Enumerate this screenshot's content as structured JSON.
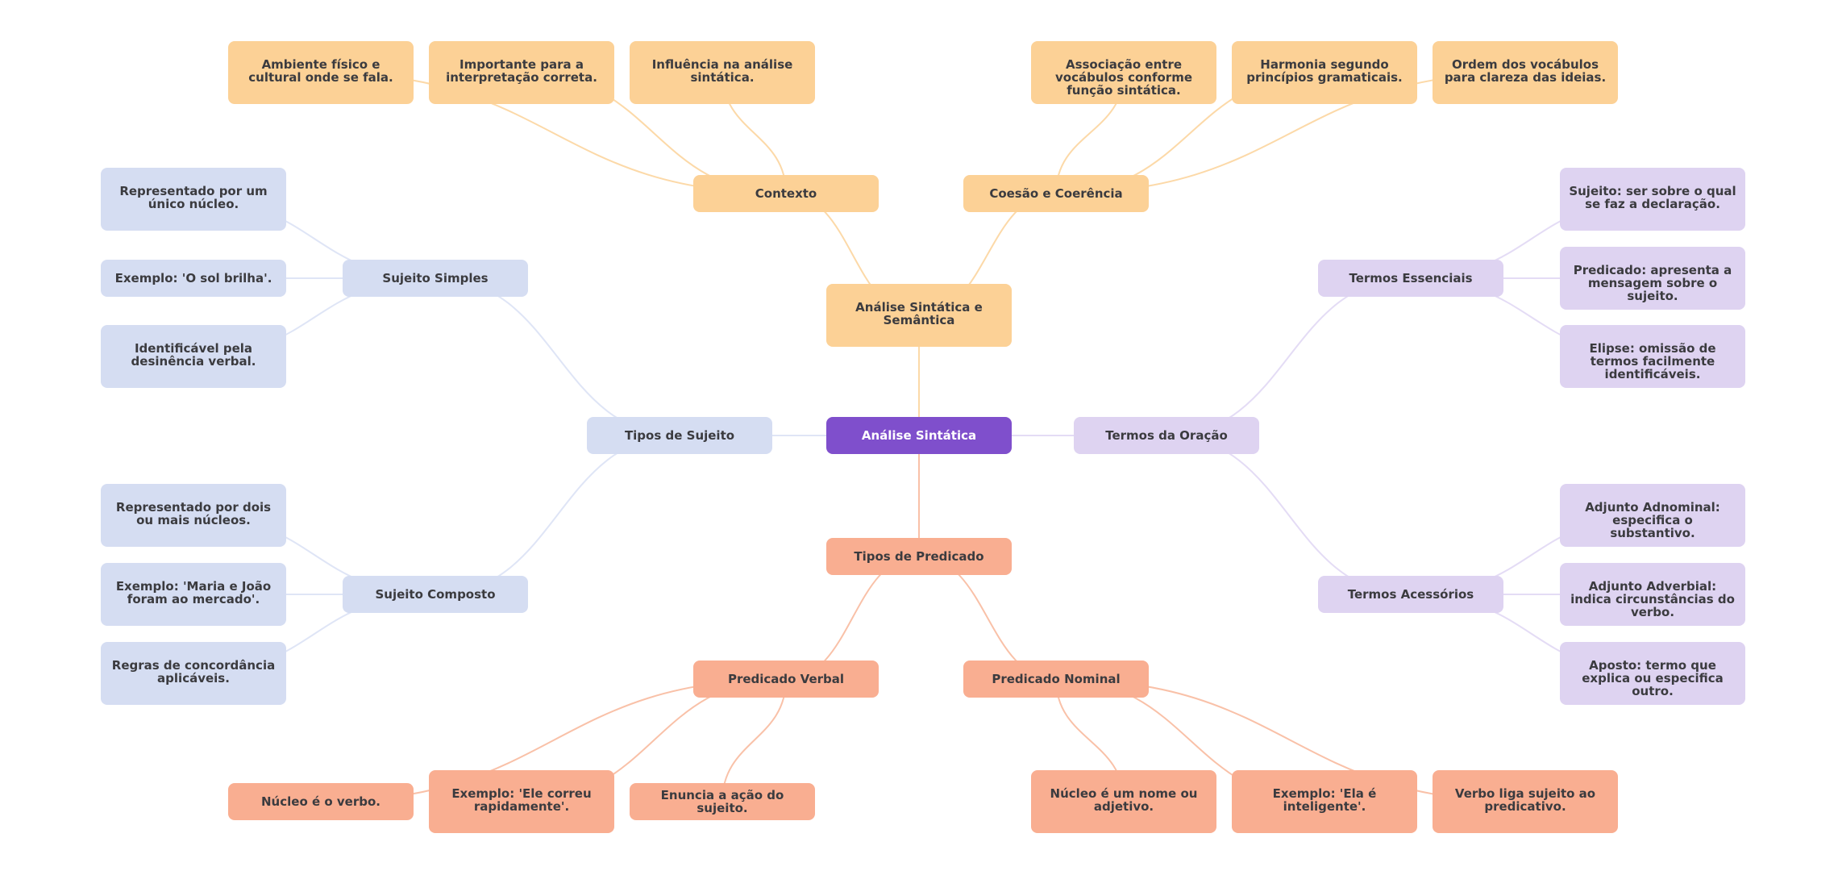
{
  "title": "Análise Sintática",
  "colors": {
    "root": "#7f4fcc",
    "peach": "#fcd196",
    "salmon": "#f9ae91",
    "blue": "#d5ddf2",
    "lavender": "#ded3f1",
    "text": "#3b3b3f",
    "edge_peach": "#fcd9a8",
    "edge_salmon": "#f9c1a8",
    "edge_blue": "#dfe5f6",
    "edge_lavender": "#e4dcf5"
  },
  "nodes": {
    "root": "Análise Sintática",
    "semantica": "Análise Sintática e Semântica",
    "contexto": "Contexto",
    "contexto_ambiente": "Ambiente físico e cultural onde se fala.",
    "contexto_importante": "Importante para a interpretação correta.",
    "contexto_influencia": "Influência na análise sintática.",
    "coesao": "Coesão e Coerência",
    "coesao_associacao": "Associação entre vocábulos conforme função sintática.",
    "coesao_harmonia": "Harmonia segundo princípios gramaticais.",
    "coesao_ordem": "Ordem dos vocábulos para clareza das ideias.",
    "tipos_sujeito": "Tipos de Sujeito",
    "sujeito_simples": "Sujeito Simples",
    "simples_nucleo": "Representado por um único núcleo.",
    "simples_exemplo": "Exemplo: 'O sol brilha'.",
    "simples_desinencia": "Identificável pela desinência verbal.",
    "sujeito_composto": "Sujeito Composto",
    "composto_nucleos": "Representado por dois ou mais núcleos.",
    "composto_exemplo": "Exemplo: 'Maria e João foram ao mercado'.",
    "composto_regras": "Regras de concordância aplicáveis.",
    "termos_oracao": "Termos da Oração",
    "termos_essenciais": "Termos Essenciais",
    "essenciais_sujeito": "Sujeito: ser sobre o qual se faz a declaração.",
    "essenciais_predicado": "Predicado: apresenta a mensagem sobre o sujeito.",
    "essenciais_elipse": "Elipse: omissão de termos facilmente identificáveis.",
    "termos_acessorios": "Termos Acessórios",
    "acessorios_adnominal": "Adjunto Adnominal: especifica o substantivo.",
    "acessorios_adverbial": "Adjunto Adverbial: indica circunstâncias do verbo.",
    "acessorios_aposto": "Aposto: termo que explica ou especifica outro.",
    "tipos_predicado": "Tipos de Predicado",
    "predicado_verbal": "Predicado Verbal",
    "verbal_nucleo": "Núcleo é o verbo.",
    "verbal_exemplo": "Exemplo: 'Ele correu rapidamente'.",
    "verbal_enuncia": "Enuncia a ação do sujeito.",
    "predicado_nominal": "Predicado Nominal",
    "nominal_nucleo": "Núcleo é um nome ou adjetivo.",
    "nominal_exemplo": "Exemplo: 'Ela é inteligente'.",
    "nominal_verbo_liga": "Verbo liga sujeito ao predicativo."
  },
  "edges": [
    [
      "root",
      "semantica",
      "peach"
    ],
    [
      "semantica",
      "contexto",
      "peach"
    ],
    [
      "semantica",
      "coesao",
      "peach"
    ],
    [
      "contexto",
      "contexto_ambiente",
      "peach"
    ],
    [
      "contexto",
      "contexto_importante",
      "peach"
    ],
    [
      "contexto",
      "contexto_influencia",
      "peach"
    ],
    [
      "coesao",
      "coesao_associacao",
      "peach"
    ],
    [
      "coesao",
      "coesao_harmonia",
      "peach"
    ],
    [
      "coesao",
      "coesao_ordem",
      "peach"
    ],
    [
      "root",
      "tipos_sujeito",
      "blue"
    ],
    [
      "tipos_sujeito",
      "sujeito_simples",
      "blue"
    ],
    [
      "tipos_sujeito",
      "sujeito_composto",
      "blue"
    ],
    [
      "sujeito_simples",
      "simples_nucleo",
      "blue"
    ],
    [
      "sujeito_simples",
      "simples_exemplo",
      "blue"
    ],
    [
      "sujeito_simples",
      "simples_desinencia",
      "blue"
    ],
    [
      "sujeito_composto",
      "composto_nucleos",
      "blue"
    ],
    [
      "sujeito_composto",
      "composto_exemplo",
      "blue"
    ],
    [
      "sujeito_composto",
      "composto_regras",
      "blue"
    ],
    [
      "root",
      "termos_oracao",
      "lavender"
    ],
    [
      "termos_oracao",
      "termos_essenciais",
      "lavender"
    ],
    [
      "termos_oracao",
      "termos_acessorios",
      "lavender"
    ],
    [
      "termos_essenciais",
      "essenciais_sujeito",
      "lavender"
    ],
    [
      "termos_essenciais",
      "essenciais_predicado",
      "lavender"
    ],
    [
      "termos_essenciais",
      "essenciais_elipse",
      "lavender"
    ],
    [
      "termos_acessorios",
      "acessorios_adnominal",
      "lavender"
    ],
    [
      "termos_acessorios",
      "acessorios_adverbial",
      "lavender"
    ],
    [
      "termos_acessorios",
      "acessorios_aposto",
      "lavender"
    ],
    [
      "root",
      "tipos_predicado",
      "salmon"
    ],
    [
      "tipos_predicado",
      "predicado_verbal",
      "salmon"
    ],
    [
      "tipos_predicado",
      "predicado_nominal",
      "salmon"
    ],
    [
      "predicado_verbal",
      "verbal_nucleo",
      "salmon"
    ],
    [
      "predicado_verbal",
      "verbal_exemplo",
      "salmon"
    ],
    [
      "predicado_verbal",
      "verbal_enuncia",
      "salmon"
    ],
    [
      "predicado_nominal",
      "nominal_nucleo",
      "salmon"
    ],
    [
      "predicado_nominal",
      "nominal_exemplo",
      "salmon"
    ],
    [
      "predicado_nominal",
      "nominal_verbo_liga",
      "salmon"
    ]
  ]
}
